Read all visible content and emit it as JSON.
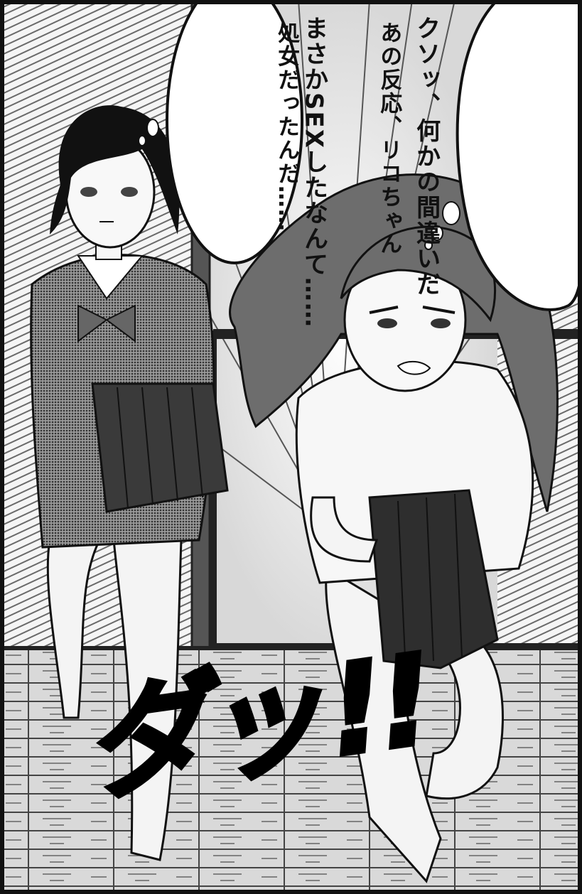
{
  "panel": {
    "speech_bubble_right": {
      "lines": [
        "クソッ、何かの間違いだ",
        "まさかSEXしたなんて……"
      ]
    },
    "speech_bubble_left": {
      "lines": [
        "あの反応、リコちゃん",
        "処女だったんだ……"
      ]
    },
    "sound_effect": "ダッ!!"
  },
  "colors": {
    "ink": "#111111",
    "paper": "#ffffff",
    "screentone_dark": "#555555",
    "screentone_mid": "#8a8a8a",
    "screentone_light": "#c8c8c8"
  }
}
